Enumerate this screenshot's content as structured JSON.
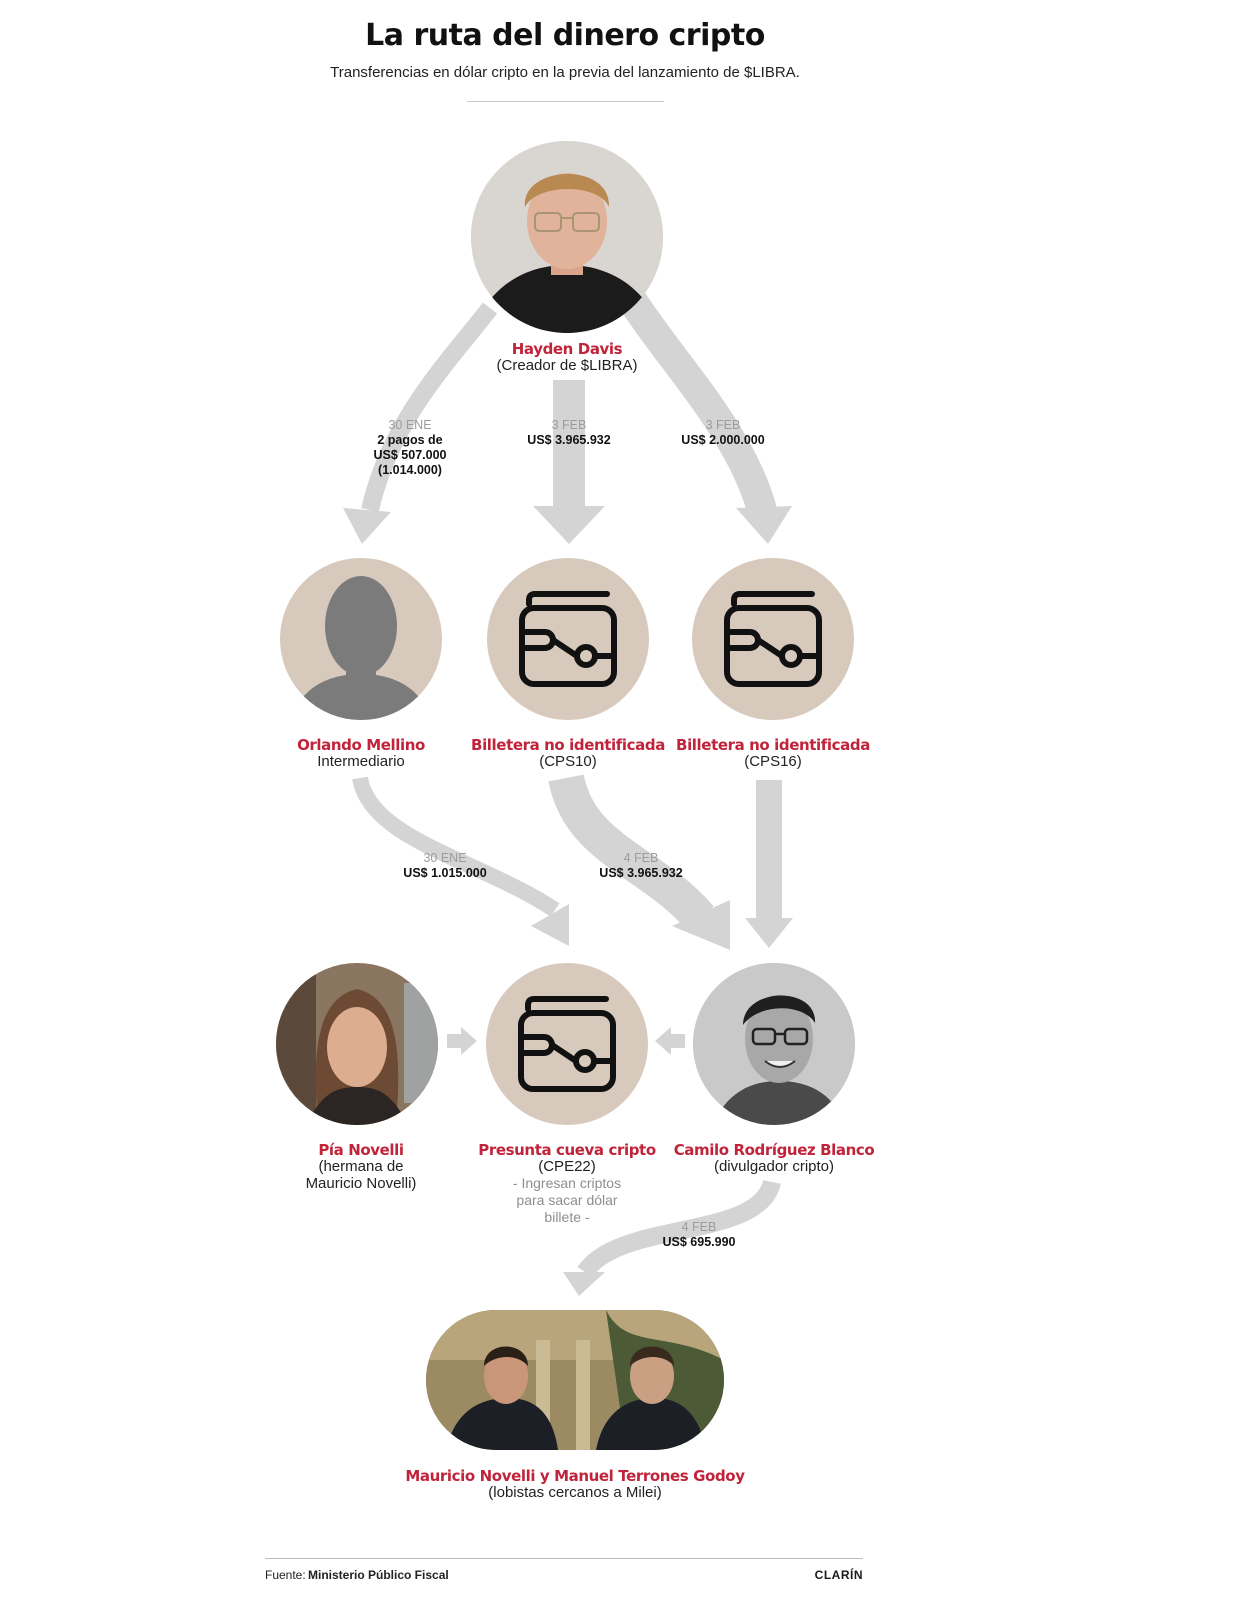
{
  "title": "La ruta del dinero cripto",
  "subtitle": "Transferencias en dólar cripto en la previa del lanzamiento de $LIBRA.",
  "nodes": {
    "hayden": {
      "name": "Hayden Davis",
      "role": "(Creador de $LIBRA)"
    },
    "orlando": {
      "name": "Orlando Mellino",
      "role": "Intermediario"
    },
    "cps10": {
      "name": "Billetera no identificada",
      "role": "(CPS10)"
    },
    "cps16": {
      "name": "Billetera no identificada",
      "role": "(CPS16)"
    },
    "pia": {
      "name": "Pía Novelli",
      "role_1": "(hermana de",
      "role_2": "Mauricio Novelli)"
    },
    "cpe22": {
      "name": "Presunta cueva cripto",
      "role": "(CPE22)",
      "note_1": "- Ingresan criptos",
      "note_2": "para sacar dólar",
      "note_3": "billete -"
    },
    "camilo": {
      "name": "Camilo Rodríguez Blanco",
      "role": "(divulgador cripto)"
    },
    "lobistas": {
      "name": "Mauricio Novelli y Manuel Terrones Godoy",
      "role": "(lobistas cercanos a Milei)"
    }
  },
  "transfers": {
    "hayden_orlando": {
      "date": "30 ENE",
      "amount_1": "2 pagos de",
      "amount_2": "US$ 507.000",
      "amount_3": "(1.014.000)"
    },
    "hayden_cps10": {
      "date": "3 FEB",
      "amount": "US$ 3.965.932"
    },
    "hayden_cps16": {
      "date": "3 FEB",
      "amount": "US$ 2.000.000"
    },
    "orlando_cpe22": {
      "date": "30 ENE",
      "amount": "US$ 1.015.000"
    },
    "cps10_camilo": {
      "date": "4 FEB",
      "amount": "US$ 3.965.932"
    },
    "camilo_lobistas": {
      "date": "4 FEB",
      "amount": "US$ 695.990"
    }
  },
  "footer": {
    "source_prefix": "Fuente:",
    "source": "Ministerio Público Fiscal",
    "brand": "CLARÍN"
  },
  "colors": {
    "accent": "#c0233a",
    "node_bg": "#d7c9bb",
    "arrow": "#d4d4d4"
  }
}
